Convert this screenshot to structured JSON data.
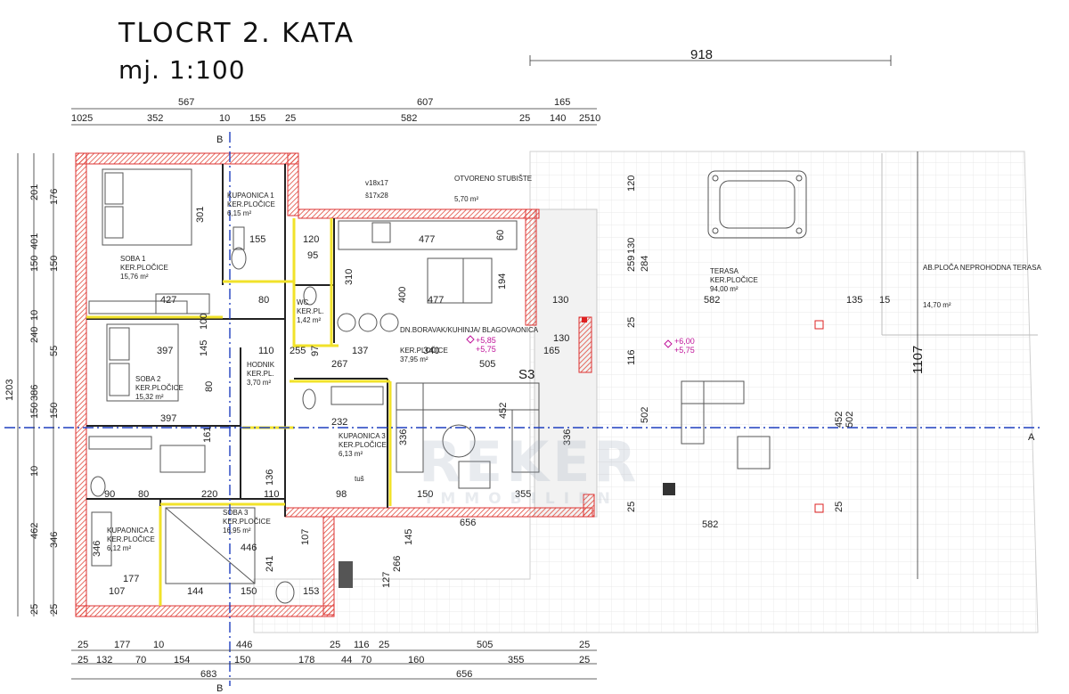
{
  "title": {
    "line1": "TLOCRT 2. KATA",
    "line2": "mj. 1:100"
  },
  "section_marks": {
    "b_top": "B",
    "b_bottom": "B",
    "a_right": "A"
  },
  "rooms": [
    {
      "name": "SOBA 1",
      "finish": "KER.PLOČICE",
      "area": "15,76 m²"
    },
    {
      "name": "KUPAONICA 1",
      "finish": "KER.PLOČICE",
      "area": "6,15 m²"
    },
    {
      "name": "WC",
      "finish": "KER.PL.",
      "area": "1,42 m²"
    },
    {
      "name": "OTVORENO STUBIŠTE",
      "finish": "",
      "area": "5,70 m²"
    },
    {
      "name": "SOBA 2",
      "finish": "KER.PLOČICE",
      "area": "15,32 m²"
    },
    {
      "name": "HODNIK",
      "finish": "KER.PL.",
      "area": "3,70 m²"
    },
    {
      "name": "DN.BORAVAK/KUHINJA/ BLAGOVAONICA",
      "finish": "KER.PLOČICE",
      "area": "37,95 m²"
    },
    {
      "name": "KUPAONICA 3",
      "finish": "KER.PLOČICE",
      "area": "6,13 m²"
    },
    {
      "name": "KUPAONICA 2",
      "finish": "KER.PLOČICE",
      "area": "6,12 m²"
    },
    {
      "name": "SOBA 3",
      "finish": "KER.PLOČICE",
      "area": "16,95 m²"
    },
    {
      "name": "TERASA",
      "finish": "KER.PLOČICE",
      "area": "94,00 m²"
    },
    {
      "name": "AB.PLOČA NEPROHODNA TERASA",
      "finish": "",
      "area": "14,70 m²"
    }
  ],
  "labels": {
    "stair_spec_1": "v18x17",
    "stair_spec_2": "š17x28",
    "s3": "S3",
    "tus": "tuš",
    "level_1a": "+5,85",
    "level_1b": "+5,75",
    "level_2a": "+6,00",
    "level_2b": "+5,75",
    "watermark_1": "REKER",
    "watermark_2": "IMMOBILIEN"
  },
  "dimensions": {
    "top_overall": "918",
    "top_row1": [
      "567",
      "607",
      "165"
    ],
    "top_row2": [
      "10",
      "25",
      "352",
      "10",
      "155",
      "25",
      "582",
      "25",
      "140",
      "25",
      "10"
    ],
    "right_total": "1107",
    "left_total": "1203",
    "left_outer": [
      "201",
      "401",
      "150",
      "240",
      "10",
      "386",
      "150",
      "10",
      "462",
      "25"
    ],
    "left_inner": [
      "176",
      "150",
      "55",
      "150",
      "346",
      "25"
    ],
    "bottom_row1": [
      "25",
      "177",
      "10",
      "446",
      "25",
      "116",
      "25",
      "505",
      "25"
    ],
    "bottom_row2": [
      "25",
      "132",
      "70",
      "154",
      "150",
      "178",
      "44",
      "70",
      "160",
      "355",
      "25"
    ],
    "bottom_row3": [
      "683",
      "656"
    ],
    "interior": [
      "301",
      "155",
      "120",
      "477",
      "95",
      "310",
      "400",
      "477",
      "60",
      "194",
      "427",
      "80",
      "100",
      "397",
      "145",
      "110",
      "255",
      "137",
      "340",
      "505",
      "130",
      "165",
      "130",
      "582",
      "135",
      "15",
      "25",
      "397",
      "80",
      "267",
      "97",
      "232",
      "452",
      "336",
      "336",
      "452",
      "502",
      "116",
      "259",
      "284",
      "90",
      "80",
      "220",
      "110",
      "98",
      "150",
      "355",
      "656",
      "346",
      "446",
      "241",
      "107",
      "145",
      "266",
      "127",
      "177",
      "107",
      "144",
      "150",
      "153",
      "161",
      "136",
      "582",
      "25",
      "25",
      "502",
      "120",
      "130"
    ]
  }
}
